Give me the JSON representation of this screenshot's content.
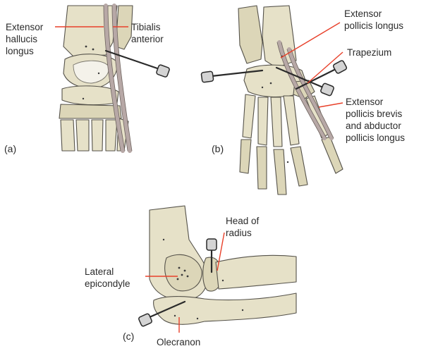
{
  "panels": {
    "a": {
      "tag": "(a)",
      "labels": {
        "extensor_hallucis_longus": [
          "Extensor",
          "hallucis",
          "longus"
        ],
        "tibialis_anterior": [
          "Tibialis",
          "anterior"
        ]
      }
    },
    "b": {
      "tag": "(b)",
      "labels": {
        "extensor_pollicis_longus": [
          "Extensor",
          "pollicis longus"
        ],
        "trapezium": [
          "Trapezium"
        ],
        "extensor_pollicis_brevis": [
          "Extensor",
          "pollicis brevis",
          "and abductor",
          "pollicis longus"
        ]
      }
    },
    "c": {
      "tag": "(c)",
      "labels": {
        "head_of_radius": [
          "Head of",
          "radius"
        ],
        "lateral_epicondyle": [
          "Lateral",
          "epicondyle"
        ],
        "olecranon": [
          "Olecranon"
        ]
      }
    }
  },
  "colors": {
    "leader": "#e8402a",
    "bone": "#e6e1c8",
    "tendon": "#b7a8a6",
    "pin": "#2a2a2a"
  }
}
